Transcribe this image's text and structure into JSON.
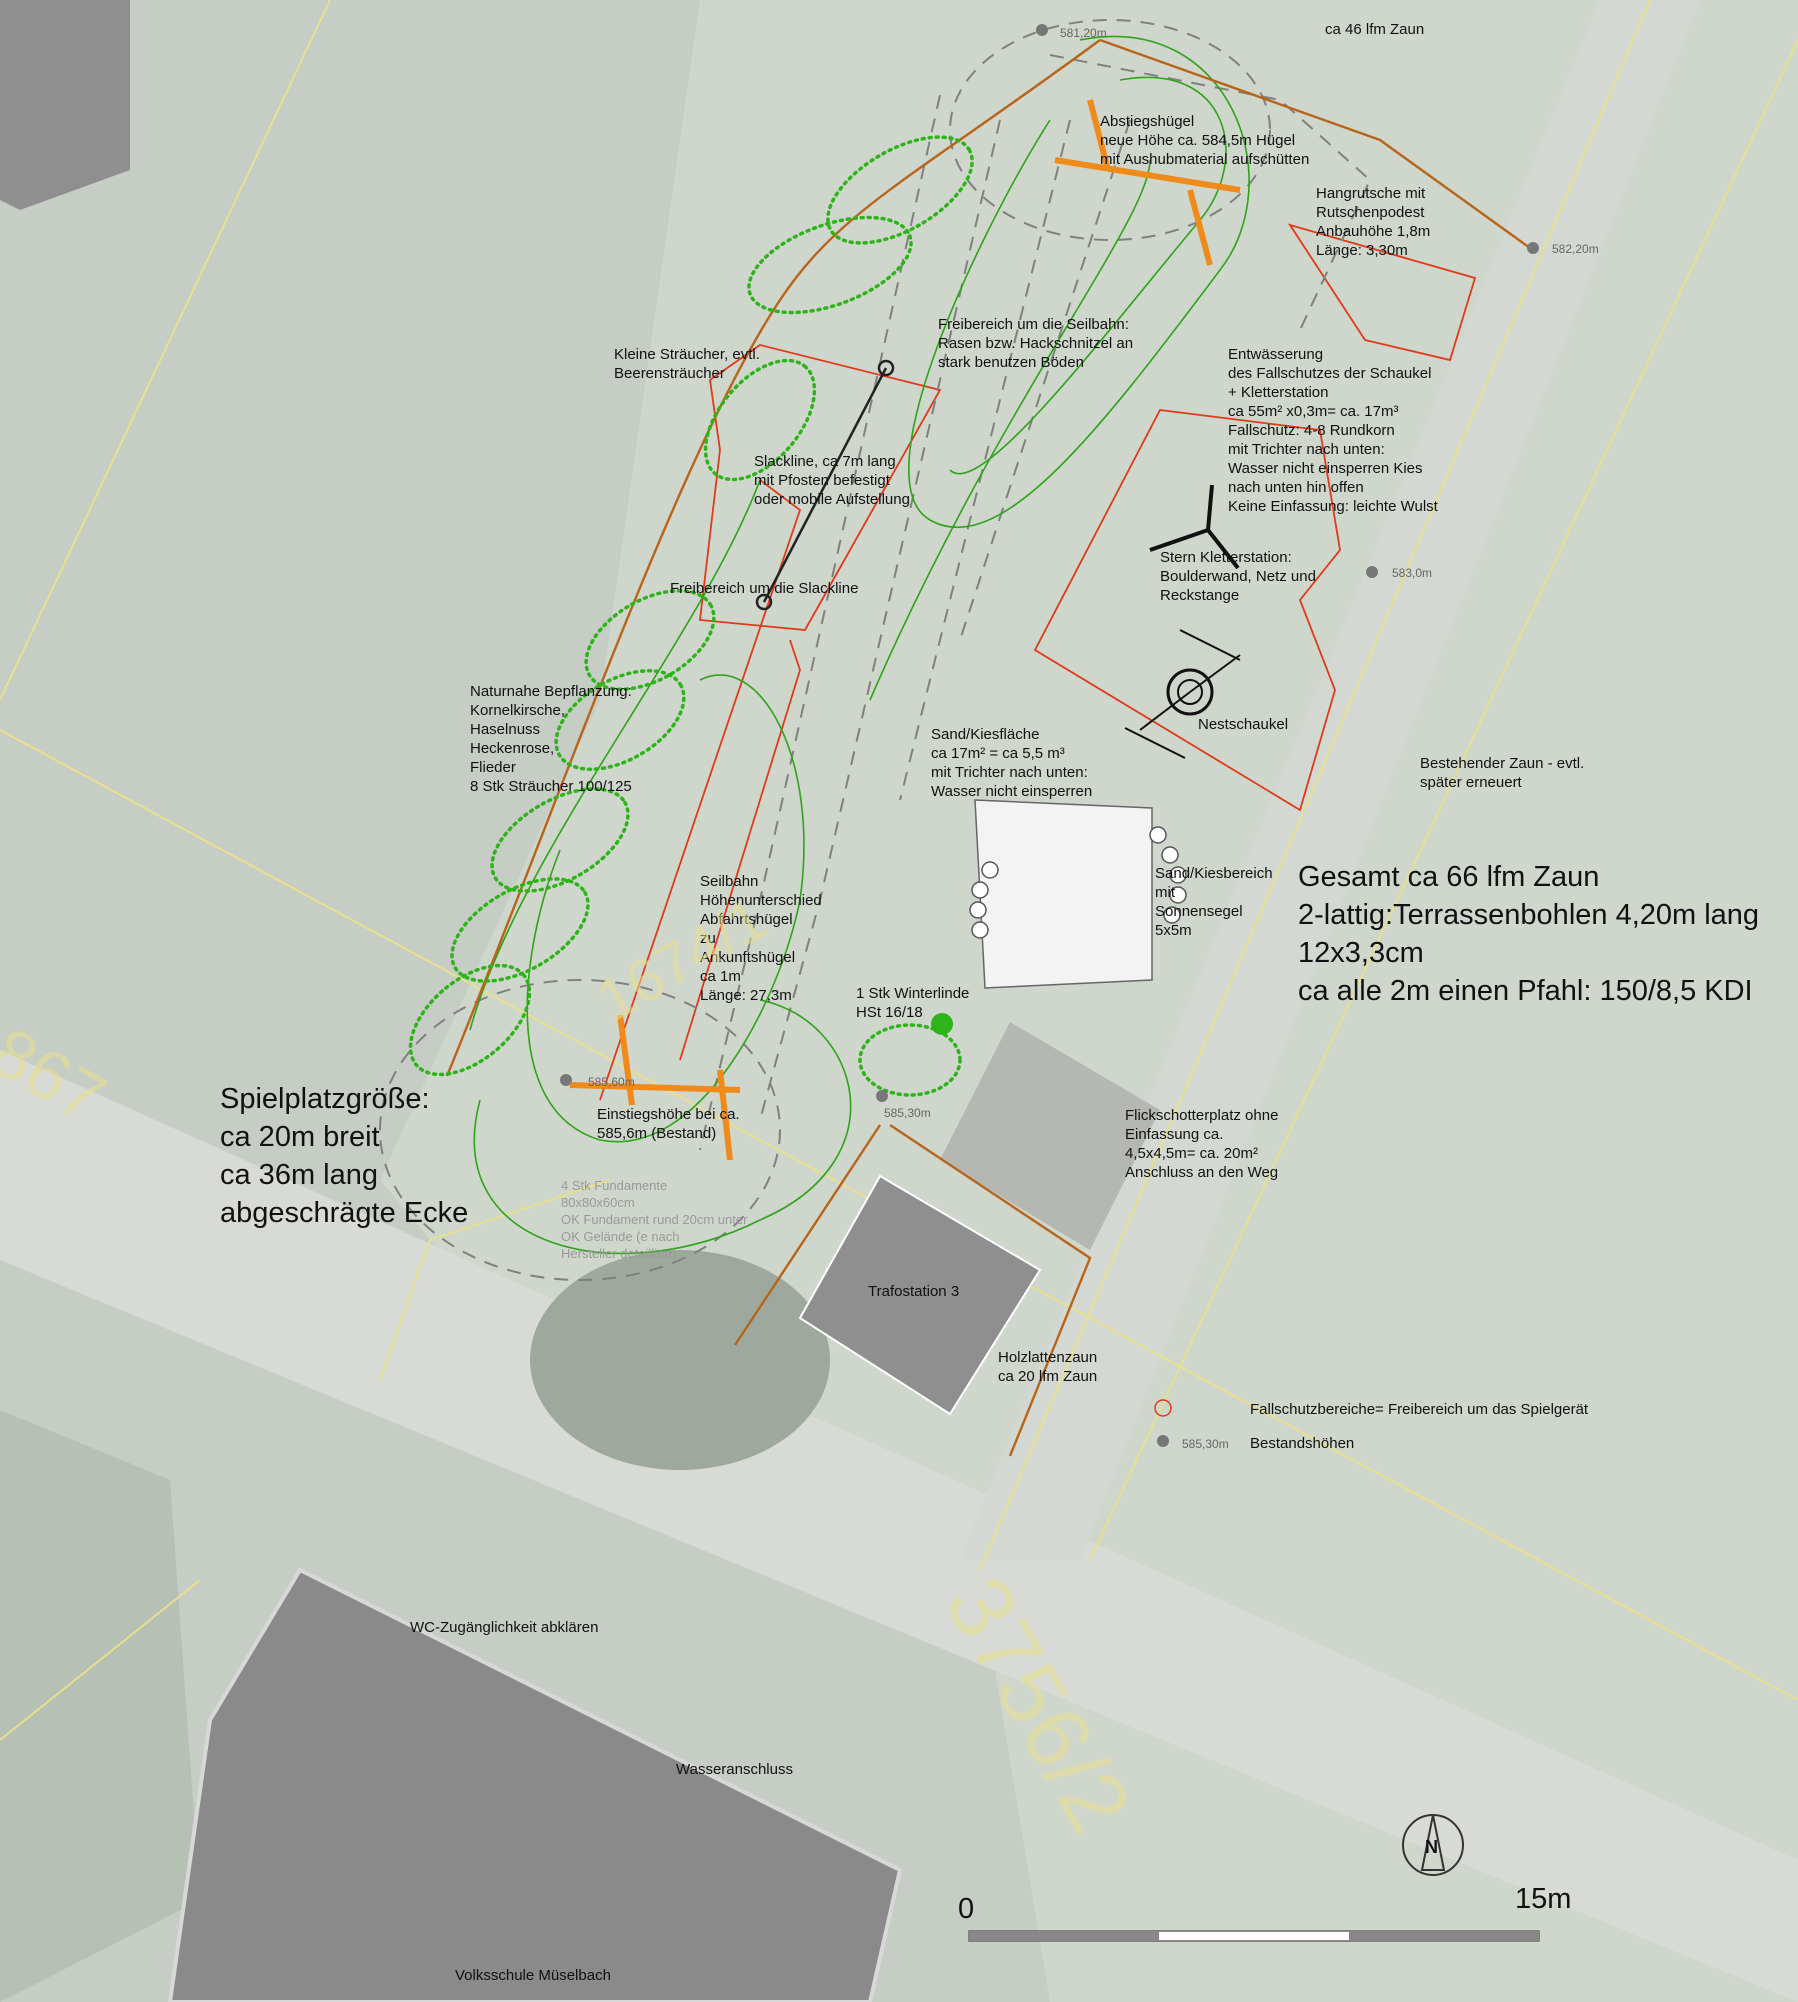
{
  "labels": {
    "fence_46": "ca 46 lfm Zaun",
    "hill": "Abstiegshügel\nneue Höhe ca. 584,5m Hügel\nmit Aushubmaterial aufschütten",
    "slide": "Hangrutsche mit\nRutschenpodest\nAnbauhöhe 1,8m\nLänge: 3,30m",
    "zipline_free": "Freibereich um die Seilbahn:\nRasen bzw. Hackschnitzel an\nstark benutzen Böden",
    "small_shrubs": "Kleine Sträucher, evtl.\nBeerensträucher",
    "drainage": "Entwässerung\ndes Fallschutzes der Schaukel\n+ Kletterstation\nca 55m² x0,3m= ca. 17m³\nFallschutz: 4-8 Rundkorn\nmit Trichter nach unten:\nWasser nicht einsperren Kies\nnach unten hin offen\nKeine Einfassung: leichte Wulst",
    "slackline": "Slackline, ca 7m lang\nmit Pfosten befestigt\noder mobile Aufstellung",
    "star": "Stern Kletterstation:\nBoulderwand, Netz und\nReckstange",
    "slack_free": "Freibereich um die Slackline",
    "planting": "Naturnahe Bepflanzung:\nKornelkirsche,\nHaselnuss\nHeckenrose,\nFlieder\n8 Stk Sträucher 100/125",
    "nest": "Nestschaukel",
    "sand_area": "Sand/Kiesfläche\nca 17m² = ca 5,5 m³\nmit Trichter nach unten:\nWasser nicht einsperren",
    "existing_fence": "Bestehender Zaun - evtl.\nspäter erneuert",
    "sand_sail": "Sand/Kiesbereich\nmit\nSonnensegel\n5x5m",
    "zipline": "Seilbahn\nHöhenunterschied\nAbfahrtshügel\nzu\nAnkunftshügel\nca 1m\nLänge: 27,3m",
    "linden": "1 Stk Winterlinde\nHSt 16/18",
    "entry": "Einstiegshöhe bei ca.\n585,6m (Bestand)",
    "foundations": "4 Stk Fundamente\n80x80x60cm\nOK Fundament rund 20cm unter\nOK Gelände (e nach\nHersteller detailliert)",
    "gravel": "Flickschotterplatz ohne\nEinfassung ca.\n4,5x4,5m= ca. 20m²\nAnschluss an den Weg",
    "trafo": "Trafostation 3",
    "wood_fence": "Holzlattenzaun\nca 20 lfm Zaun",
    "legend_fall": "Fallschutzbereiche= Freibereich um das Spielgerät",
    "legend_heights": "Bestandshöhen",
    "wc": "WC-Zugänglichkeit abklären",
    "water": "Wasseranschluss",
    "school": "Volksschule Müselbach",
    "playground_size": "Spielplatzgröße:\nca 20m breit\nca 36m lang\nabgeschrägte Ecke",
    "fence_total_1": "Gesamt ca 66 lfm Zaun",
    "fence_total_2": "2-lattig:Terrassenbohlen 4,20m lang",
    "fence_total_3": "12x3,3cm",
    "fence_total_4": "ca alle 2m einen Pfahl: 150/8,5 KDI",
    "parcel_a": "1674/1",
    "parcel_b": "867",
    "parcel_c": "3756/2"
  },
  "heights": [
    "581,20m",
    "582,20m",
    "583,0m",
    "585,60m",
    "585,30m",
    "585,30m"
  ],
  "scale": {
    "zero": "0",
    "end": "15m"
  },
  "north": "N",
  "colors": {
    "fence": "#b8651c",
    "fall_zone": "#e03a1a",
    "vegetation": "#2fb31a",
    "dash": "#7a7a7a",
    "building": "#8f8f8f",
    "parcel": "#e7e08e",
    "equipment": "#f08a1a"
  }
}
